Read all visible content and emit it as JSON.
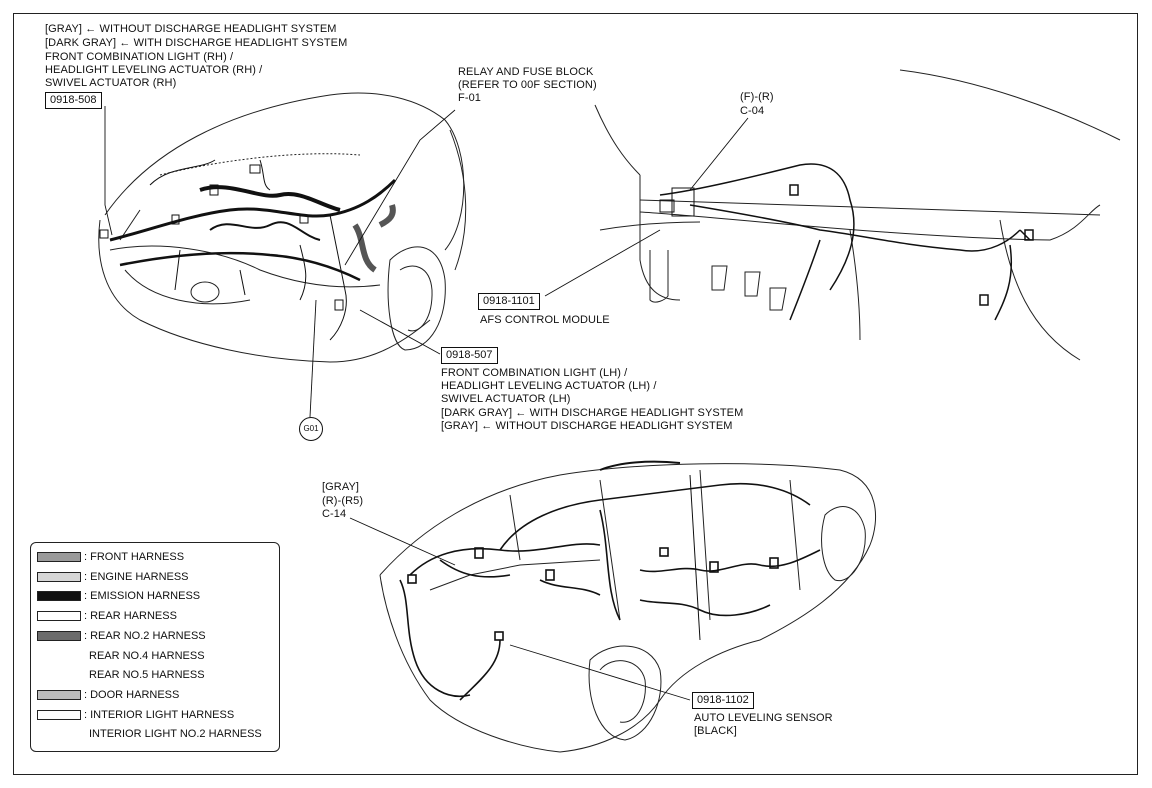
{
  "colors": {
    "front": "#9a9a9a",
    "engine": "#d6d6d6",
    "emission": "#111111",
    "rear": "#ffffff",
    "rear_no2": "#6b6b6b",
    "door": "#bdbdbd",
    "interior": "#ffffff"
  },
  "callouts": {
    "rh": {
      "line1": "[GRAY] ← WITHOUT DISCHARGE HEADLIGHT SYSTEM",
      "line2": "[DARK GRAY] ← WITH DISCHARGE HEADLIGHT SYSTEM",
      "line3": "FRONT COMBINATION LIGHT (RH) /",
      "line4": "HEADLIGHT LEVELING ACTUATOR (RH) /",
      "line5": "SWIVEL ACTUATOR (RH)",
      "code": "0918-508"
    },
    "relay": {
      "line1": "RELAY AND FUSE BLOCK",
      "line2": "(REFER TO 00F SECTION)",
      "line3": "F-01"
    },
    "fr": {
      "line1": "(F)-(R)",
      "line2": "C-04"
    },
    "afs": {
      "code": "0918-1101",
      "label": "AFS CONTROL MODULE"
    },
    "lh": {
      "code": "0918-507",
      "line1": "FRONT COMBINATION LIGHT (LH) /",
      "line2": "HEADLIGHT LEVELING ACTUATOR (LH) /",
      "line3": "SWIVEL ACTUATOR (LH)",
      "line4": "[DARK GRAY] ← WITH DISCHARGE HEADLIGHT SYSTEM",
      "line5": "[GRAY] ← WITHOUT DISCHARGE HEADLIGHT SYSTEM"
    },
    "g01": "G01",
    "c14": {
      "line1": "[GRAY]",
      "line2": "(R)-(R5)",
      "line3": "C-14"
    },
    "auto": {
      "code": "0918-1102",
      "line1": "AUTO LEVELING SENSOR",
      "line2": "[BLACK]"
    }
  },
  "legend": [
    {
      "label": ": FRONT HARNESS",
      "swatch": "front"
    },
    {
      "label": ": ENGINE HARNESS",
      "swatch": "engine"
    },
    {
      "label": ": EMISSION HARNESS",
      "swatch": "emission"
    },
    {
      "label": ": REAR HARNESS",
      "swatch": "rear"
    },
    {
      "label": ": REAR NO.2 HARNESS",
      "swatch": "rear_no2"
    },
    {
      "label": "REAR NO.4 HARNESS",
      "swatch": ""
    },
    {
      "label": "REAR NO.5 HARNESS",
      "swatch": ""
    },
    {
      "label": ": DOOR HARNESS",
      "swatch": "door"
    },
    {
      "label": ": INTERIOR LIGHT HARNESS",
      "swatch": "interior"
    },
    {
      "label": "INTERIOR LIGHT NO.2 HARNESS",
      "swatch": ""
    }
  ]
}
